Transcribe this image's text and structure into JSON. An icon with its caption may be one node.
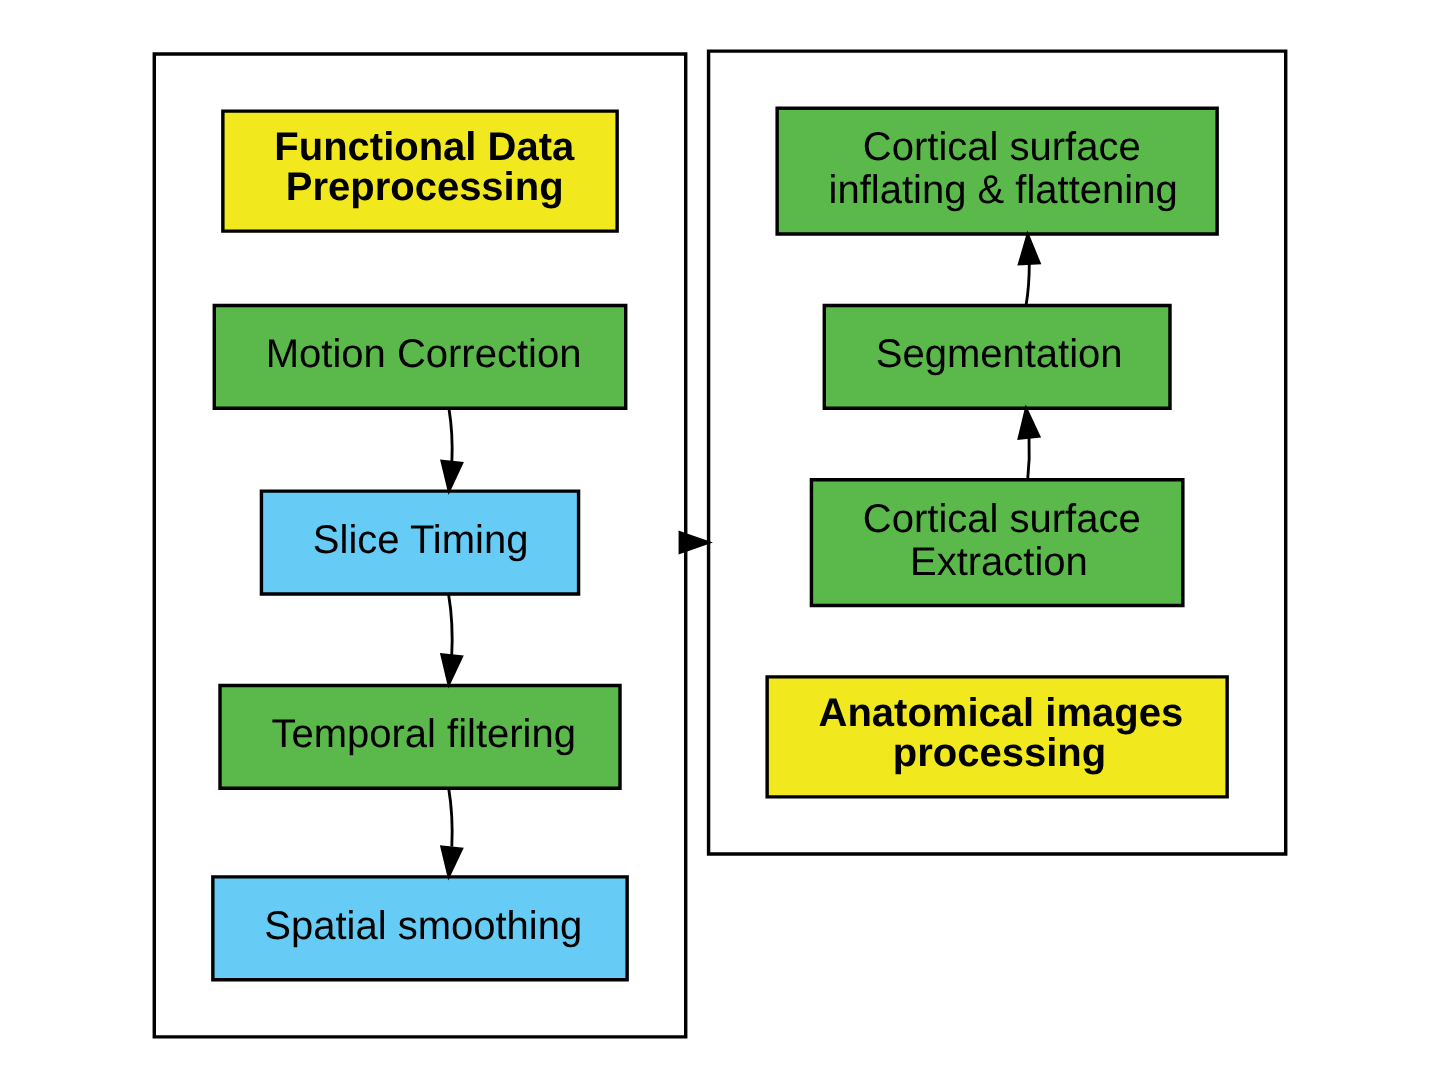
{
  "diagram": {
    "nodes": [
      {
        "text": [],
        "shape": "box"
      },
      {
        "text": [
          "Functional Data Preprocessing"
        ],
        "in": 0
      },
      {
        "text": [
          "Motion Correction"
        ],
        "in": 0
      },
      {
        "text": [
          "Slice Timing"
        ],
        "in": 0
      },
      {
        "text": [
          "Temporal filtering"
        ],
        "in": 0
      },
      {
        "text": [
          "Spatial smoothing"
        ],
        "in": 0
      },
      {
        "text": [],
        "shape": "box"
      },
      {
        "text": [
          "Cortical surface inflating & flattening"
        ],
        "in": 6
      },
      {
        "text": [
          "Segmentation"
        ],
        "in": 6
      },
      {
        "text": [
          "Cortical surface Extraction"
        ],
        "in": 6
      },
      {
        "text": [
          "Anatomical images processing"
        ],
        "in": 6
      }
    ],
    "edges": [
      {
        "from": 2,
        "to": 3,
        "arrow": "to"
      },
      {
        "from": 3,
        "to": 4,
        "arrow": "to"
      },
      {
        "from": 4,
        "to": 5,
        "arrow": "to"
      },
      {
        "from": 0,
        "to": 6,
        "arrow": "to"
      },
      {
        "from": 9,
        "to": 8,
        "arrow": "to"
      },
      {
        "from": 8,
        "to": 7,
        "arrow": "to"
      }
    ]
  }
}
